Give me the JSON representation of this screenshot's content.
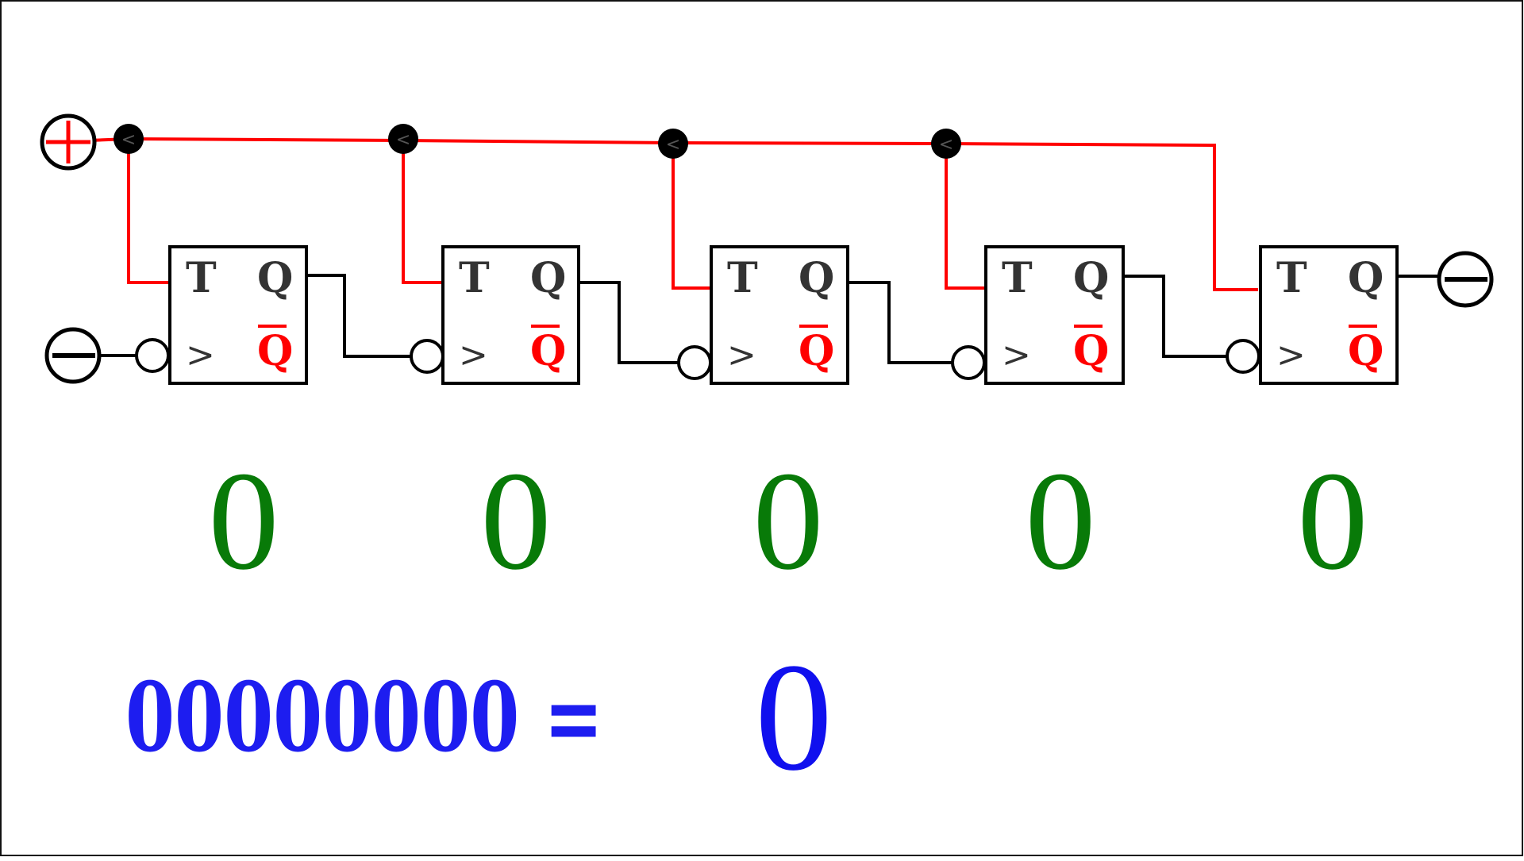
{
  "diagram": {
    "colors": {
      "wire_set": "#ff0000",
      "wire_clock": "#000000",
      "bit_digits": "#087a08",
      "result": "#1d1df0"
    },
    "power_positive_symbol": "plus-in-circle",
    "power_negative_symbol": "minus-in-circle",
    "junction_symbol": "<",
    "flip_flops": [
      {
        "t_label": "T",
        "q_label": "Q",
        "qbar_label": "Q",
        "clk_label": ">",
        "bit": "0"
      },
      {
        "t_label": "T",
        "q_label": "Q",
        "qbar_label": "Q",
        "clk_label": ">",
        "bit": "0"
      },
      {
        "t_label": "T",
        "q_label": "Q",
        "qbar_label": "Q",
        "clk_label": ">",
        "bit": "0"
      },
      {
        "t_label": "T",
        "q_label": "Q",
        "qbar_label": "Q",
        "clk_label": ">",
        "bit": "0"
      },
      {
        "t_label": "T",
        "q_label": "Q",
        "qbar_label": "Q",
        "clk_label": ">",
        "bit": "0"
      }
    ],
    "binary_value": "00000000 =",
    "decimal_value": "0"
  }
}
